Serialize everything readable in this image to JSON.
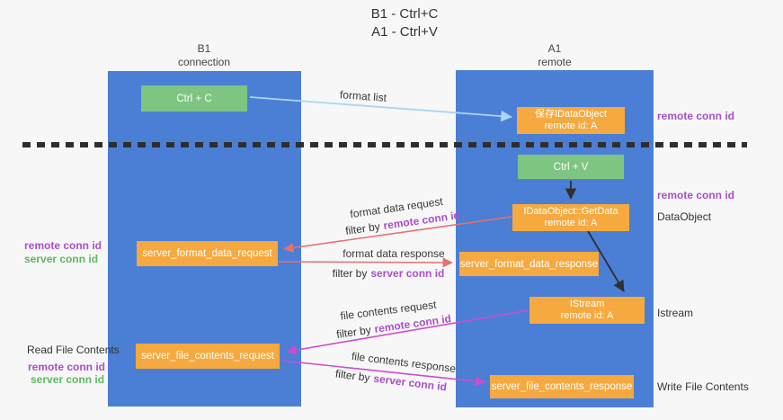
{
  "title": {
    "line1": "B1 - Ctrl+C",
    "line2": "A1 - Ctrl+V"
  },
  "lanes": {
    "left": {
      "name": "B1",
      "role": "connection"
    },
    "right": {
      "name": "A1",
      "role": "remote"
    }
  },
  "boxes": {
    "ctrl_c": {
      "label": "Ctrl + C"
    },
    "ctrl_v": {
      "label": "Ctrl + V"
    },
    "save_dataobject": {
      "line1": "保存IDataObject",
      "line2": "remote id: A"
    },
    "getdata": {
      "line1": "IDataObject::GetData",
      "line2": "remote id: A"
    },
    "istream": {
      "line1": "IStream",
      "line2": "remote id: A"
    },
    "server_format_data_request": {
      "label": "server_format_data_request"
    },
    "server_format_data_response": {
      "label": "server_format_data_response"
    },
    "server_file_contents_request": {
      "label": "server_file_contents_request"
    },
    "server_file_contents_response": {
      "label": "server_file_contents_response"
    }
  },
  "edges": {
    "format_list": "format list",
    "format_data_request": "format data request",
    "format_data_response": "format data response",
    "file_contents_request": "file contents request",
    "file_contents_response": "file contents response",
    "filter_by": "filter by",
    "remote_conn_id": "remote conn id",
    "server_conn_id": "server conn id"
  },
  "annotations": {
    "right_top_remote_conn_id": "remote conn id",
    "right_mid_remote_conn_id": "remote conn id",
    "dataobject": "DataObject",
    "istream": "Istream",
    "write_file_contents": "Write File Contents",
    "read_file_contents": "Read File Contents",
    "left_remote_conn_id": "remote conn id",
    "left_server_conn_id": "server conn id",
    "left_remote_conn_id_2": "remote conn id",
    "left_server_conn_id_2": "server conn id"
  },
  "colors": {
    "lane_blue": "#4b7fd5",
    "box_orange": "#f6a93f",
    "box_green": "#7ec581",
    "purple_label": "#aa4fc8",
    "green_label": "#5cb860",
    "arrow_red": "#e57170",
    "arrow_magenta": "#cb4ecb",
    "arrow_lightblue": "#a9d5f2",
    "arrow_black": "#2f2f2f",
    "background": "#f7f7f7"
  }
}
